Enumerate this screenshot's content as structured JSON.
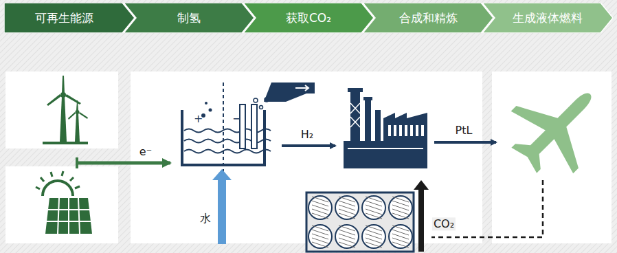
{
  "diagram": {
    "nodes": [
      {
        "text": [
          "可再生能源"
        ]
      },
      {
        "text": [
          "制氢"
        ]
      },
      {
        "text": [
          "获取CO₂"
        ]
      },
      {
        "text": [
          "合成和精炼"
        ]
      },
      {
        "text": [
          "生成液体燃料"
        ]
      }
    ],
    "labels": [
      "e⁻",
      "H₂",
      "PtL",
      "水",
      "CO₂"
    ]
  }
}
